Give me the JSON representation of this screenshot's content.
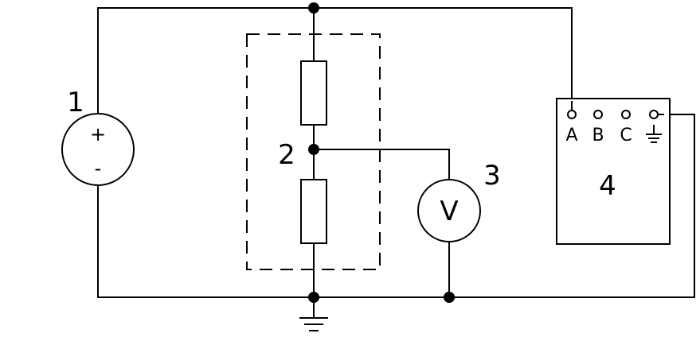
{
  "labels": {
    "source": "1",
    "divider": "2",
    "voltmeter": "3",
    "instrument": "4"
  },
  "source": {
    "plus": "+",
    "minus": "-"
  },
  "voltmeter": {
    "symbol": "V"
  },
  "instrument": {
    "terminals": [
      "A",
      "B",
      "C"
    ]
  },
  "colors": {
    "line": "#000000",
    "background": "#ffffff"
  }
}
